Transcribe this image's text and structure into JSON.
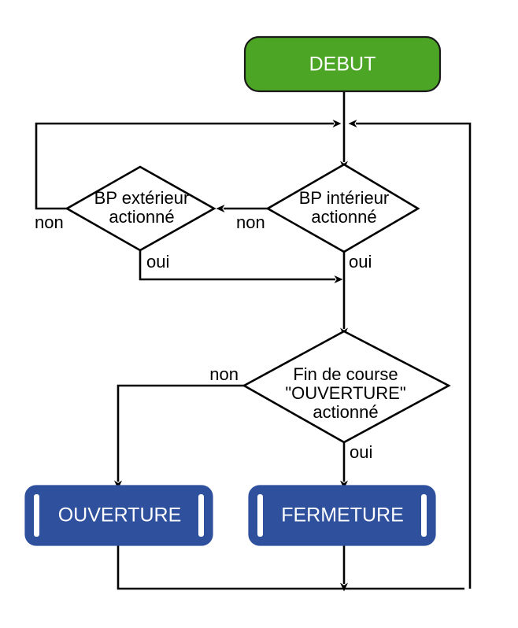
{
  "diagram": {
    "title": "DEBUT",
    "type": "flowchart",
    "language": "fr",
    "colors": {
      "start_fill": "#4CA524",
      "process_fill": "#2F509D",
      "decision_fill": "#FFFFFF",
      "line": "#000000",
      "label_on_fill": "#FFFFFF"
    },
    "nodes": {
      "start": {
        "label": "DEBUT",
        "shape": "terminal-rounded"
      },
      "decision_bp_interieur": {
        "label_line1": "BP intérieur",
        "label_line2": "actionné",
        "shape": "decision-diamond"
      },
      "decision_bp_exterieur": {
        "label_line1": "BP extérieur",
        "label_line2": "actionné",
        "shape": "decision-diamond"
      },
      "decision_fin_course": {
        "label_line1": "Fin de course",
        "label_line2": "\"OUVERTURE\"",
        "label_line3": "actionné",
        "shape": "decision-diamond"
      },
      "process_ouverture": {
        "label": "OUVERTURE",
        "shape": "subroutine"
      },
      "process_fermeture": {
        "label": "FERMETURE",
        "shape": "subroutine"
      }
    },
    "edge_labels": {
      "interieur_non": "non",
      "interieur_oui": "oui",
      "exterieur_non": "non",
      "exterieur_oui": "oui",
      "fincourse_non": "non",
      "fincourse_oui": "oui"
    }
  }
}
